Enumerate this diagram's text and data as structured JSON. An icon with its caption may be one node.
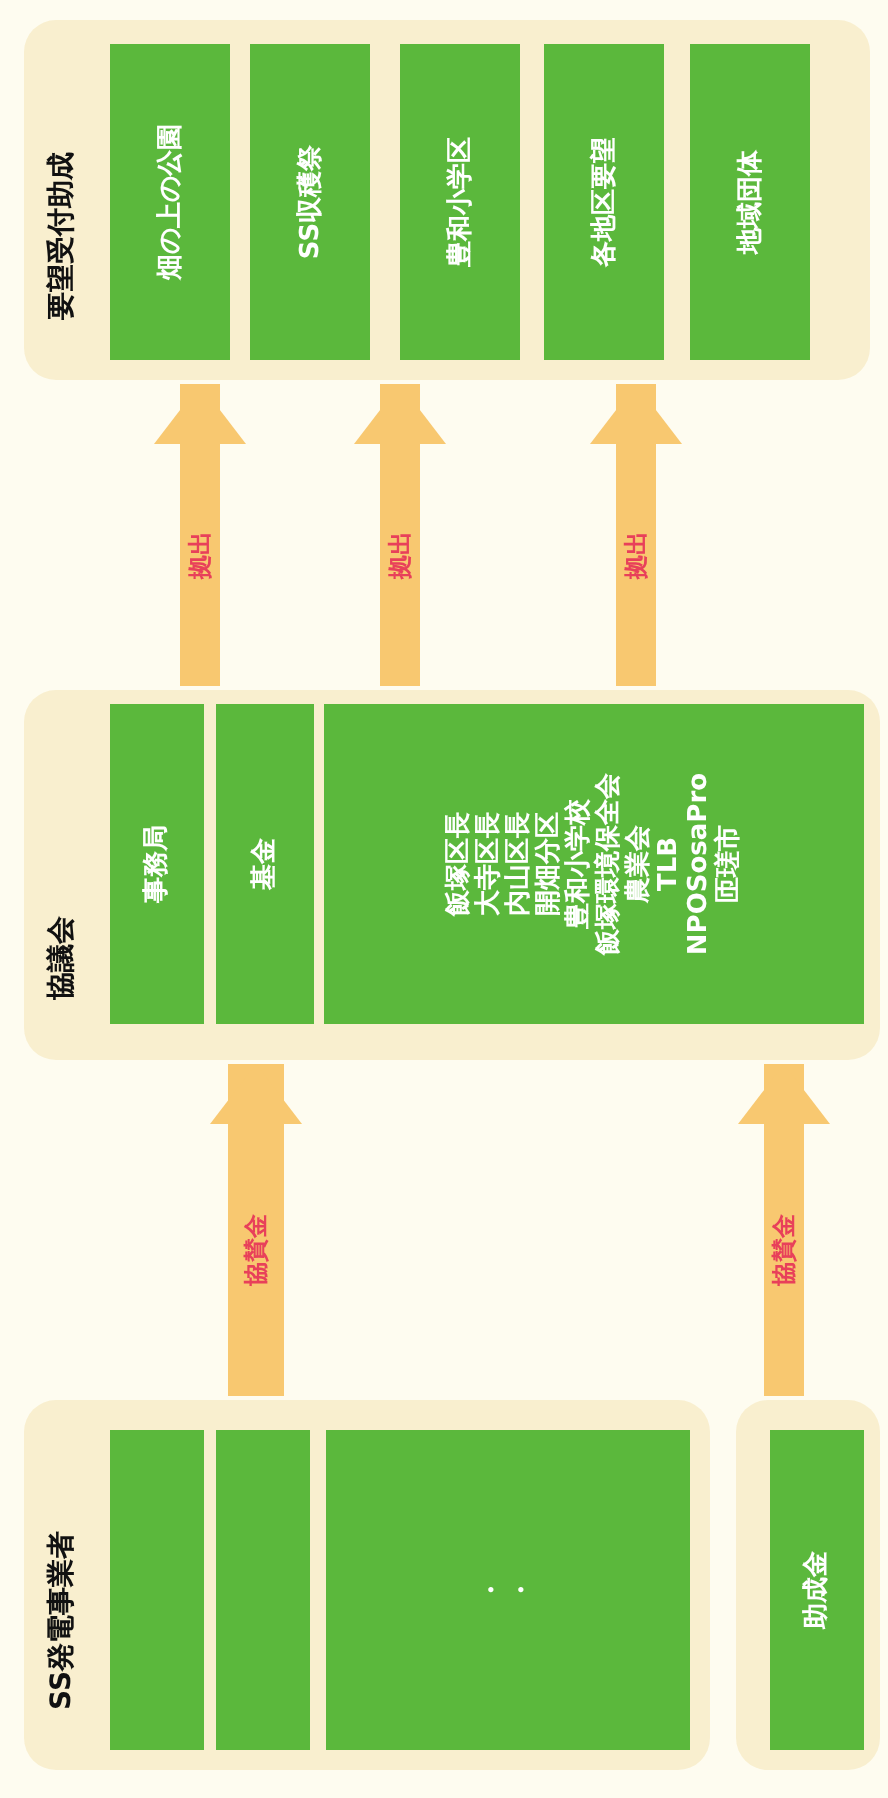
{
  "diagram": {
    "nodes": [
      {
        "text": [
          "要望受付助成"
        ]
      },
      {
        "text": [
          "畑の上の公園"
        ],
        "in": 0
      },
      {
        "text": [
          "SS収穫祭"
        ],
        "in": 0
      },
      {
        "text": [
          "豊和小学区"
        ],
        "in": 0
      },
      {
        "text": [
          "各地区要望"
        ],
        "in": 0
      },
      {
        "text": [
          "地域団体"
        ],
        "in": 0
      },
      {
        "text": [
          "協議会"
        ]
      },
      {
        "text": [
          "事務局"
        ],
        "in": 6
      },
      {
        "text": [
          "基金"
        ],
        "in": 6
      },
      {
        "text": [
          "飯塚区長",
          "大寺区長",
          "内山区長",
          "開畑分区",
          "豊和小学校",
          "飯塚環境保全会",
          "農業会",
          "TLB",
          "NPOSosaPro",
          "匝瑳市"
        ],
        "in": 6
      },
      {
        "text": [
          "SS発電事業者"
        ]
      },
      {
        "text": [],
        "shape": "box",
        "in": 10
      },
      {
        "text": [],
        "shape": "box",
        "in": 10
      },
      {
        "text": [
          "・",
          "・"
        ],
        "in": 10
      },
      {
        "text": [],
        "shape": "box"
      },
      {
        "text": [
          "助成金"
        ],
        "in": 14
      }
    ],
    "edges": [
      {
        "from": 6,
        "to": 0,
        "arrow": "to",
        "label": "拠出"
      },
      {
        "from": 6,
        "to": 0,
        "arrow": "to",
        "label": "拠出"
      },
      {
        "from": 6,
        "to": 0,
        "arrow": "to",
        "label": "拠出"
      },
      {
        "from": 10,
        "to": 6,
        "arrow": "to",
        "label": "協賛金"
      },
      {
        "from": 14,
        "to": 6,
        "arrow": "to",
        "label": "協賛金"
      }
    ]
  }
}
